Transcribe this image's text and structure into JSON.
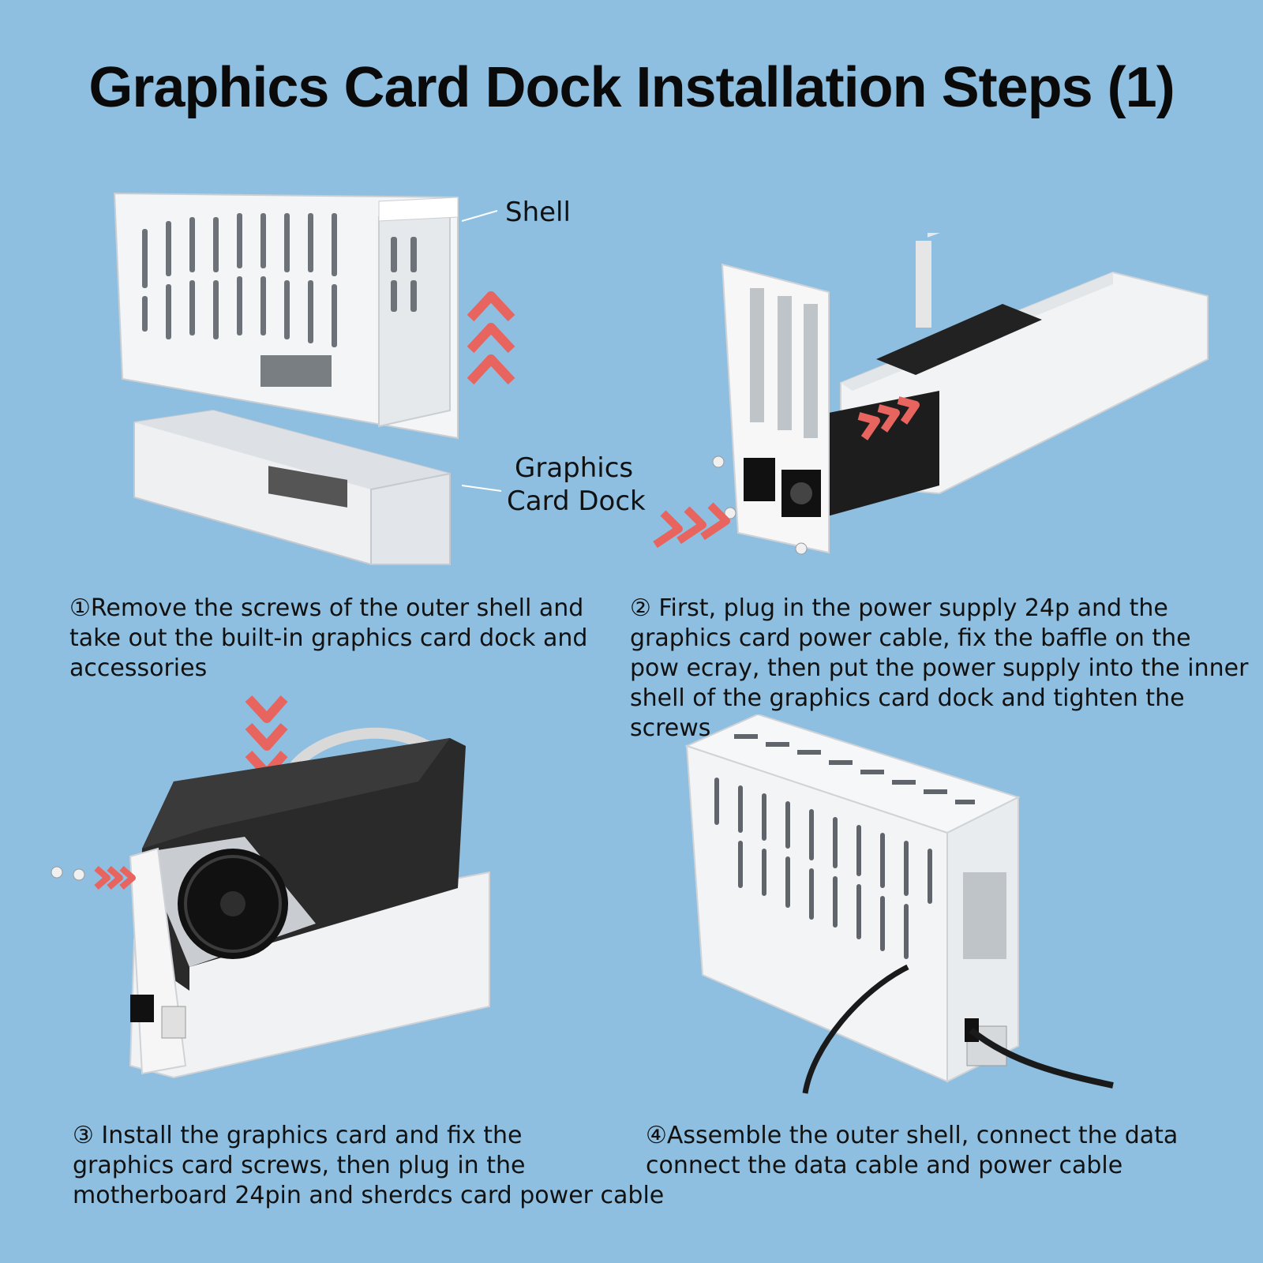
{
  "title": "Graphics Card Dock Installation Steps (1)",
  "labels": {
    "shell": "Shell",
    "dock_line1": "Graphics",
    "dock_line2": "Card Dock"
  },
  "steps": [
    {
      "text": "①Remove the screws of the outer shell and\ntake out the built-in graphics card dock and\naccessories"
    },
    {
      "text": "② First, plug in the power supply 24p and the\ngraphics card power cable, fix the baffle on the\npow ecray, then put the power supply into the inner\nshell of the graphics card dock and tighten the screws"
    },
    {
      "text": "③ Install the graphics card and fix the\ngraphics card screws, then plug in the\nmotherboard 24pin and sherdcs card power cable"
    },
    {
      "text": "④Assemble the outer shell, connect the data\nconnect the data cable and power cable"
    }
  ],
  "colors": {
    "background": "#8ebfe0",
    "arrow": "#e8645f",
    "metal": "#f4f5f6",
    "dark": "#1b1b1b"
  }
}
